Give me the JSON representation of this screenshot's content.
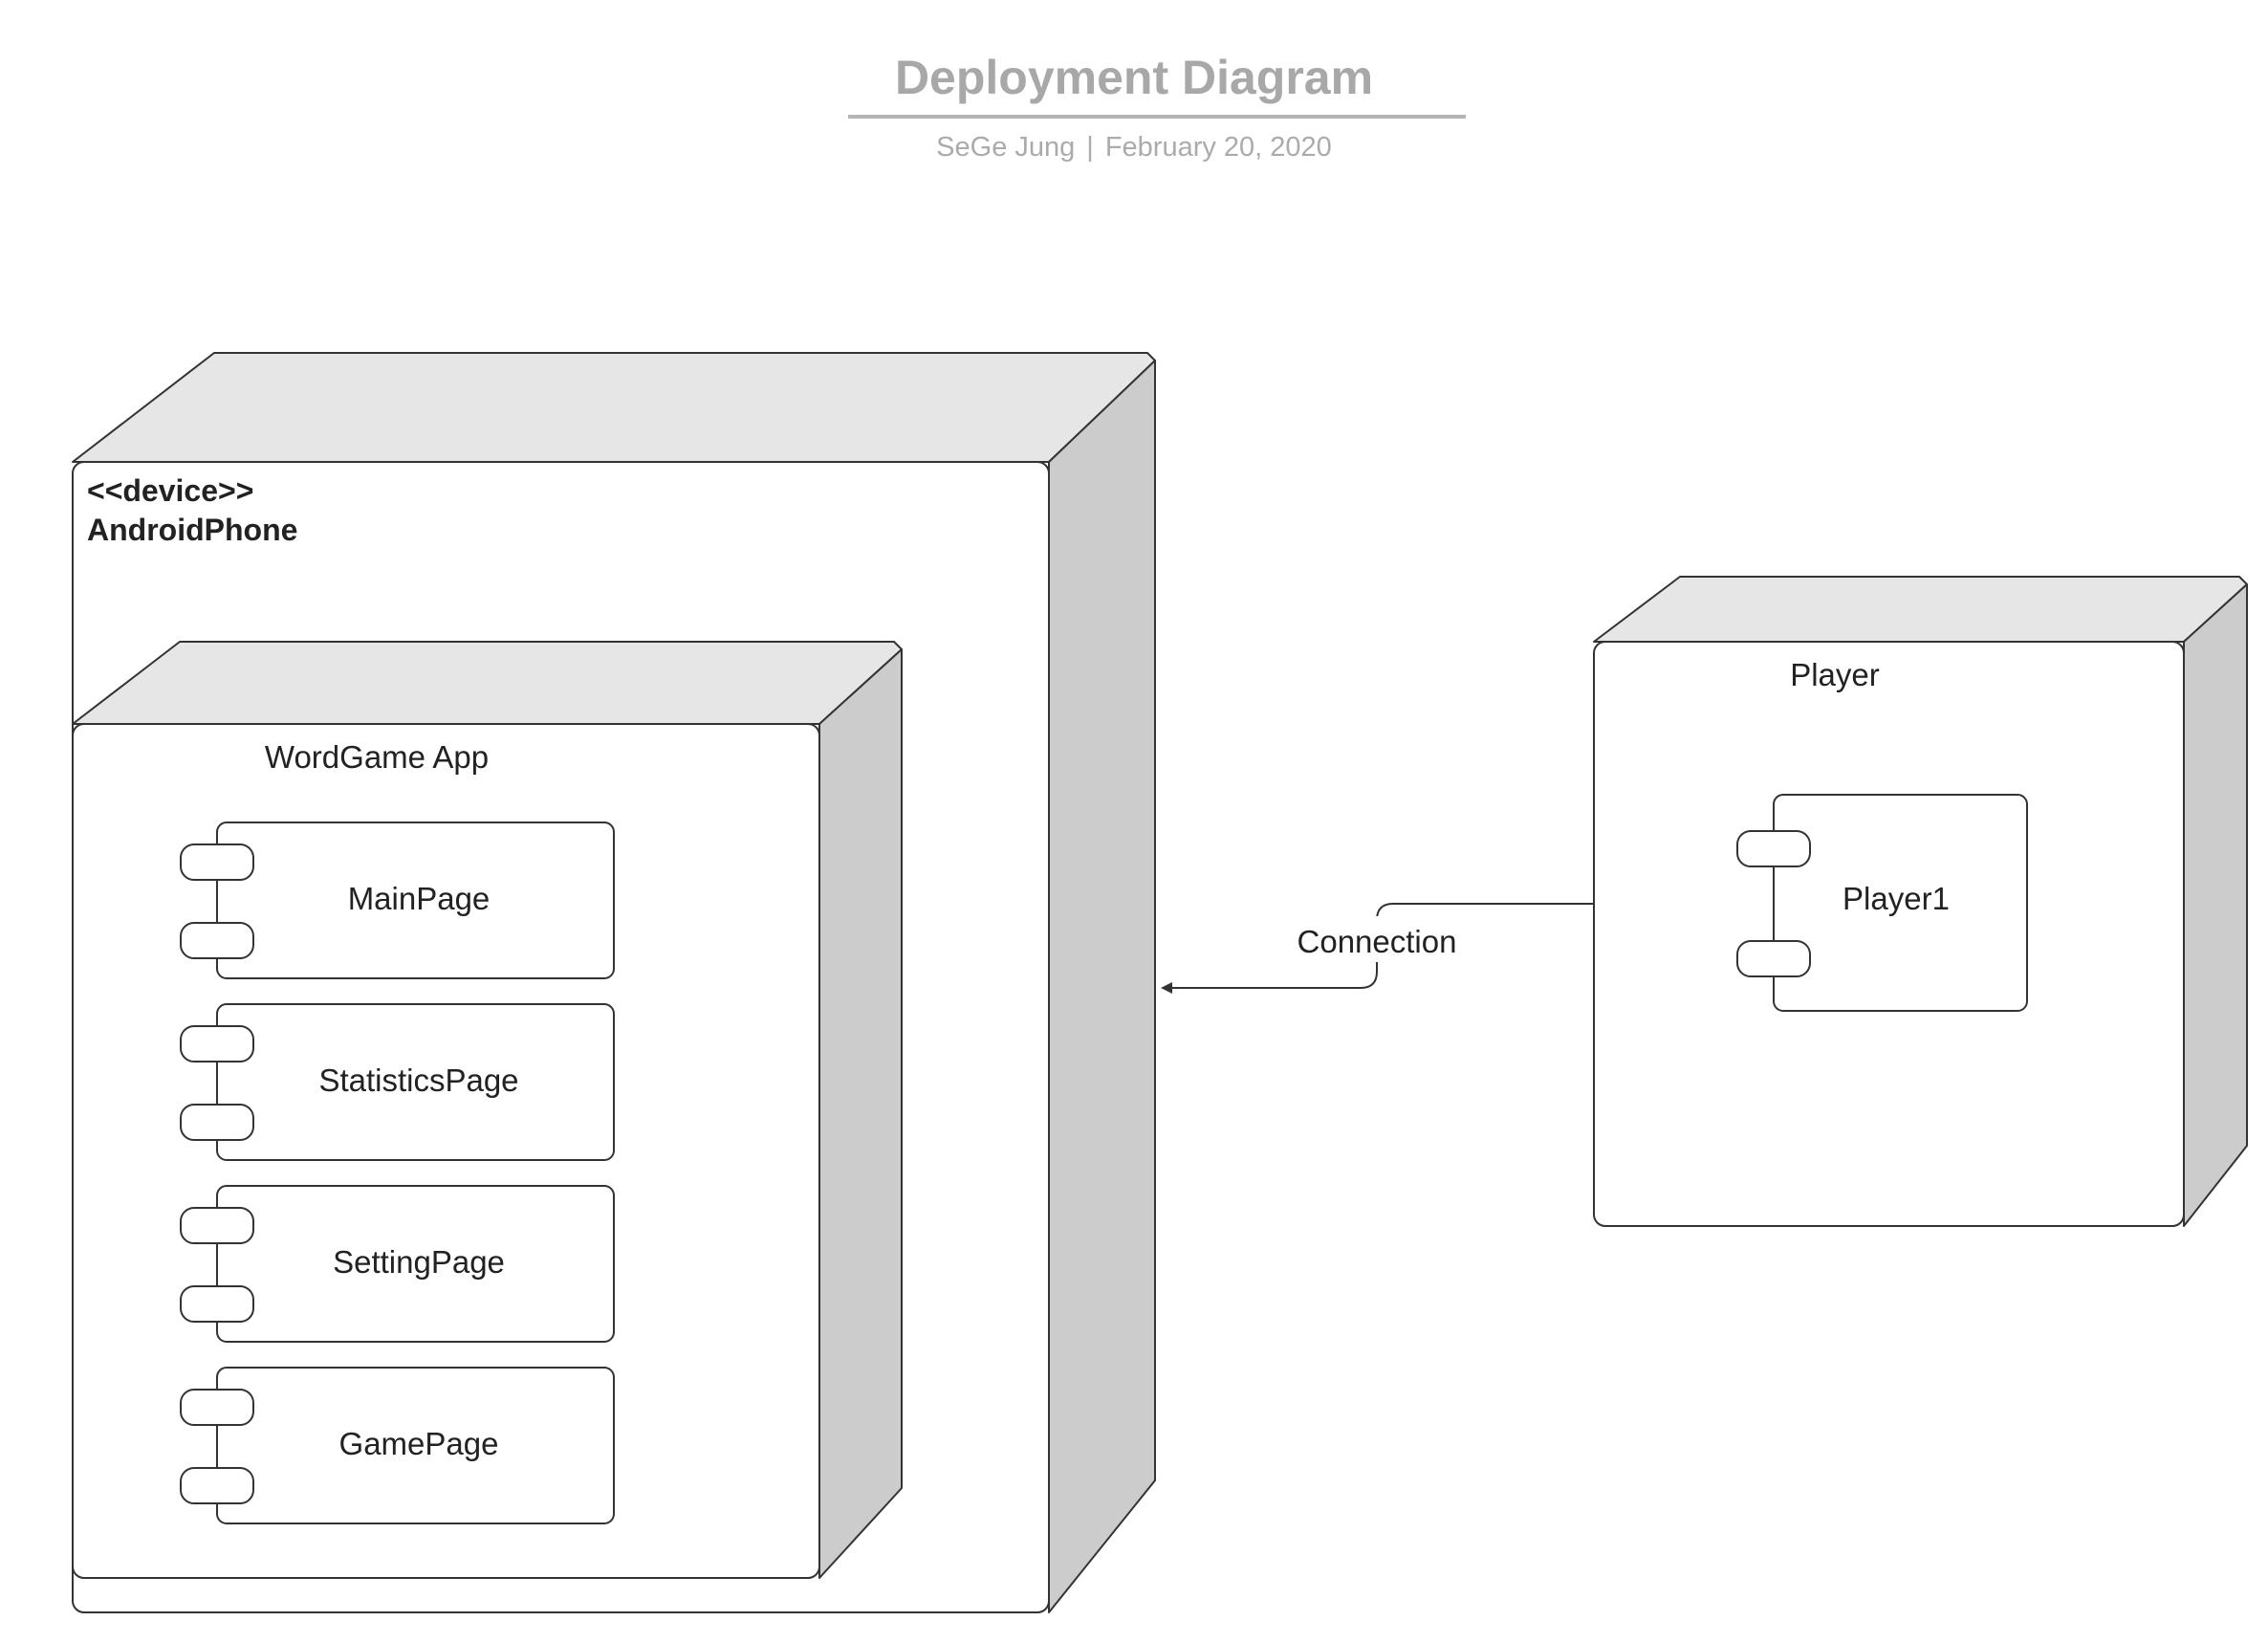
{
  "header": {
    "title": "Deployment Diagram",
    "author": "SeGe Jung",
    "separator": "|",
    "date": "February 20, 2020"
  },
  "diagram": {
    "device_node": {
      "stereotype": "<<device>>",
      "name": "AndroidPhone"
    },
    "app_node": {
      "name": "WordGame App"
    },
    "components": [
      "MainPage",
      "StatisticsPage",
      "SettingPage",
      "GamePage"
    ],
    "player_node": {
      "name": "Player"
    },
    "player_component": {
      "name": "Player1"
    },
    "connection_label": "Connection"
  },
  "colors": {
    "node_top": "#e6e6e6",
    "node_side": "#cccccc",
    "node_front": "#ffffff",
    "stroke": "#333333",
    "header_text": "#a8a8a8"
  }
}
